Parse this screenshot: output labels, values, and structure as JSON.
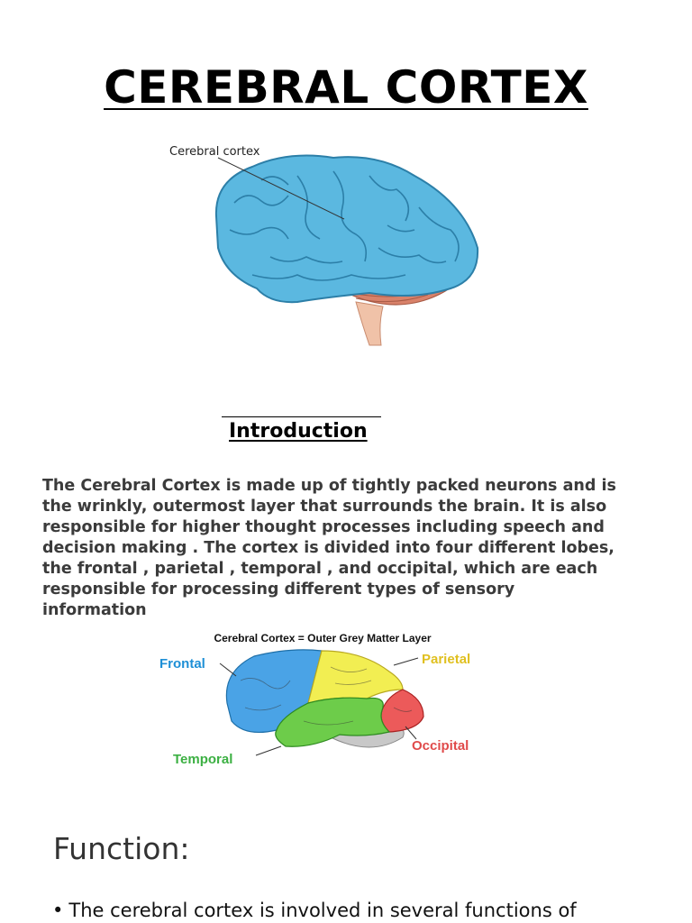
{
  "document": {
    "title": "CEREBRAL CORTEX",
    "figure1": {
      "label": "Cerebral cortex"
    },
    "intro_heading": "Introduction",
    "intro_paragraph": "The Cerebral Cortex is made up of tightly packed neurons and is the wrinkly, outermost layer that surrounds the brain. It is also responsible for higher thought processes including speech and decision making . The cortex is divided into four different lobes, the frontal , parietal , temporal , and occipital, which are each responsible for processing different types of sensory information",
    "figure2": {
      "caption": "Cerebral Cortex = Outer Grey Matter Layer",
      "lobes": [
        {
          "name": "Frontal",
          "color": "#1e8fd6"
        },
        {
          "name": "Parietal",
          "color": "#e0c020"
        },
        {
          "name": "Temporal",
          "color": "#3cb043"
        },
        {
          "name": "Occipital",
          "color": "#e04a4a"
        }
      ]
    },
    "function_heading": "Function:",
    "bullet_1": "The cerebral cortex is involved in several functions of"
  },
  "colors": {
    "cortex_blue": "#5bb8e0",
    "cerebellum": "#d9826a"
  }
}
